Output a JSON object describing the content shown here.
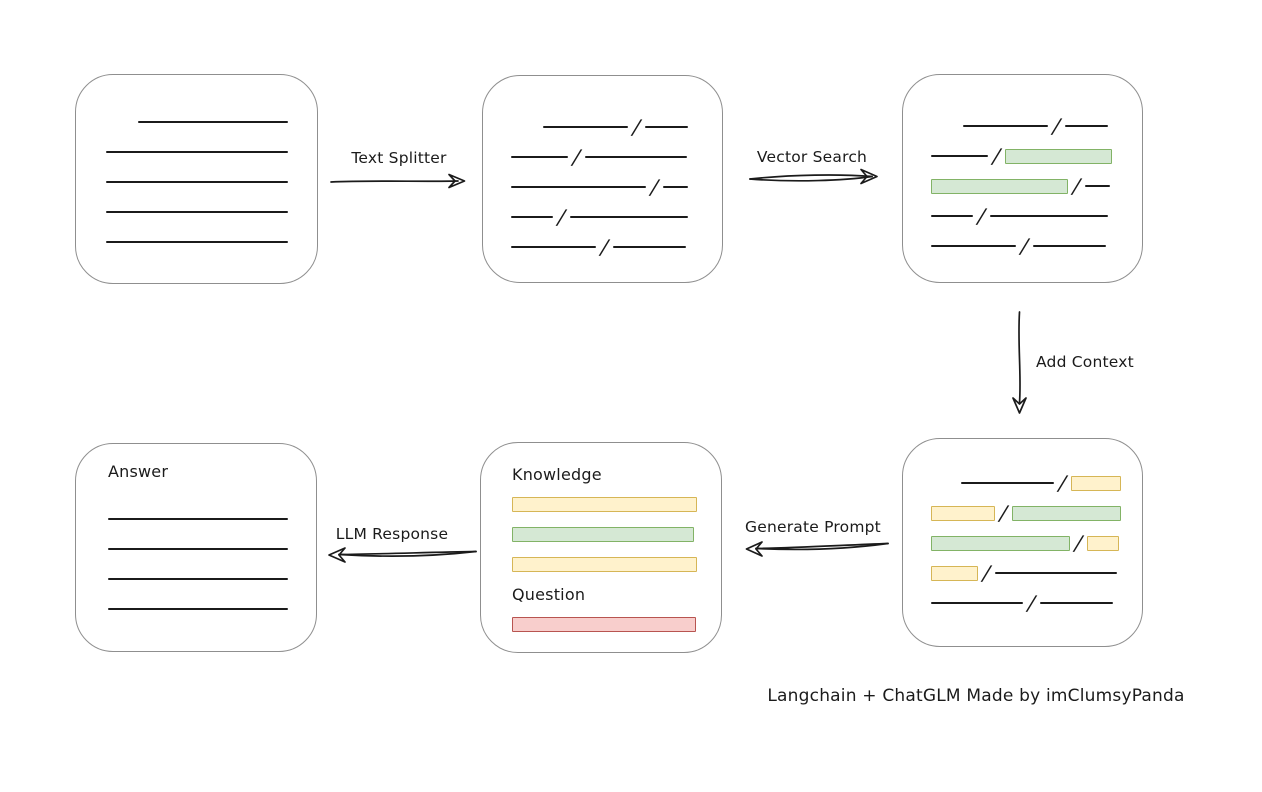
{
  "caption": "Langchain + ChatGLM Made by imClumsyPanda",
  "slash": "/",
  "colors": {
    "green_fill": "#d5e8d4",
    "green_stroke": "#82b366",
    "yellow_fill": "#fff2cc",
    "yellow_stroke": "#d6b656",
    "red_fill": "#f8cecc",
    "red_stroke": "#b85450",
    "box_stroke": "#8f8f8f",
    "ink": "#1b1b1b"
  },
  "arrow_labels": {
    "text_splitter": "Text Splitter",
    "vector_search": "Vector Search",
    "add_context": "Add Context",
    "generate_prompt": "Generate Prompt",
    "llm_response": "LLM Response"
  },
  "boxes": {
    "document": {
      "rows": [
        [
          {
            "k": "ind",
            "w": 32
          },
          {
            "k": "ln",
            "w": 150
          }
        ],
        [
          {
            "k": "ln",
            "w": 182
          }
        ],
        [
          {
            "k": "ln",
            "w": 182
          }
        ],
        [
          {
            "k": "ln",
            "w": 182
          }
        ],
        [
          {
            "k": "ln",
            "w": 182
          }
        ]
      ]
    },
    "split_chunks": {
      "rows": [
        [
          {
            "k": "ind",
            "w": 32
          },
          {
            "k": "ln",
            "w": 85
          },
          {
            "k": "sl"
          },
          {
            "k": "ln",
            "w": 43
          }
        ],
        [
          {
            "k": "ln",
            "w": 57
          },
          {
            "k": "sl"
          },
          {
            "k": "ln",
            "w": 102
          }
        ],
        [
          {
            "k": "ln",
            "w": 135
          },
          {
            "k": "sl"
          },
          {
            "k": "ln",
            "w": 25
          }
        ],
        [
          {
            "k": "ln",
            "w": 42
          },
          {
            "k": "sl"
          },
          {
            "k": "ln",
            "w": 118
          }
        ],
        [
          {
            "k": "ln",
            "w": 85
          },
          {
            "k": "sl"
          },
          {
            "k": "ln",
            "w": 73
          }
        ]
      ]
    },
    "matched_chunks": {
      "rows": [
        [
          {
            "k": "ind",
            "w": 32
          },
          {
            "k": "ln",
            "w": 85
          },
          {
            "k": "sl"
          },
          {
            "k": "ln",
            "w": 43
          }
        ],
        [
          {
            "k": "ln",
            "w": 57
          },
          {
            "k": "sl"
          },
          {
            "k": "bar",
            "c": "green",
            "w": 105
          }
        ],
        [
          {
            "k": "bar",
            "c": "green",
            "w": 135
          },
          {
            "k": "sl"
          },
          {
            "k": "ln",
            "w": 25
          }
        ],
        [
          {
            "k": "ln",
            "w": 42
          },
          {
            "k": "sl"
          },
          {
            "k": "ln",
            "w": 118
          }
        ],
        [
          {
            "k": "ln",
            "w": 85
          },
          {
            "k": "sl"
          },
          {
            "k": "ln",
            "w": 73
          }
        ]
      ]
    },
    "context_chunks": {
      "rows": [
        [
          {
            "k": "ind",
            "w": 30
          },
          {
            "k": "ln",
            "w": 93
          },
          {
            "k": "sl"
          },
          {
            "k": "bar",
            "c": "yellow",
            "w": 48
          }
        ],
        [
          {
            "k": "bar",
            "c": "yellow",
            "w": 62
          },
          {
            "k": "sl"
          },
          {
            "k": "bar",
            "c": "green",
            "w": 107
          }
        ],
        [
          {
            "k": "bar",
            "c": "green",
            "w": 137
          },
          {
            "k": "sl"
          },
          {
            "k": "bar",
            "c": "yellow",
            "w": 30
          }
        ],
        [
          {
            "k": "bar",
            "c": "yellow",
            "w": 45
          },
          {
            "k": "sl"
          },
          {
            "k": "ln",
            "w": 122
          }
        ],
        [
          {
            "k": "ln",
            "w": 92
          },
          {
            "k": "sl"
          },
          {
            "k": "ln",
            "w": 73
          }
        ]
      ]
    },
    "prompt": {
      "knowledge_label": "Knowledge",
      "question_label": "Question",
      "knowledge_rows": [
        [
          {
            "k": "bar",
            "c": "yellow",
            "w": 183
          }
        ],
        [
          {
            "k": "bar",
            "c": "green",
            "w": 180
          }
        ],
        [
          {
            "k": "bar",
            "c": "yellow",
            "w": 183
          }
        ]
      ],
      "question_rows": [
        [
          {
            "k": "bar",
            "c": "red",
            "w": 182
          }
        ]
      ]
    },
    "answer": {
      "label": "Answer",
      "rows": [
        [
          {
            "k": "ln",
            "w": 180
          }
        ],
        [
          {
            "k": "ln",
            "w": 180
          }
        ],
        [
          {
            "k": "ln",
            "w": 180
          }
        ],
        [
          {
            "k": "ln",
            "w": 180
          }
        ]
      ]
    }
  }
}
